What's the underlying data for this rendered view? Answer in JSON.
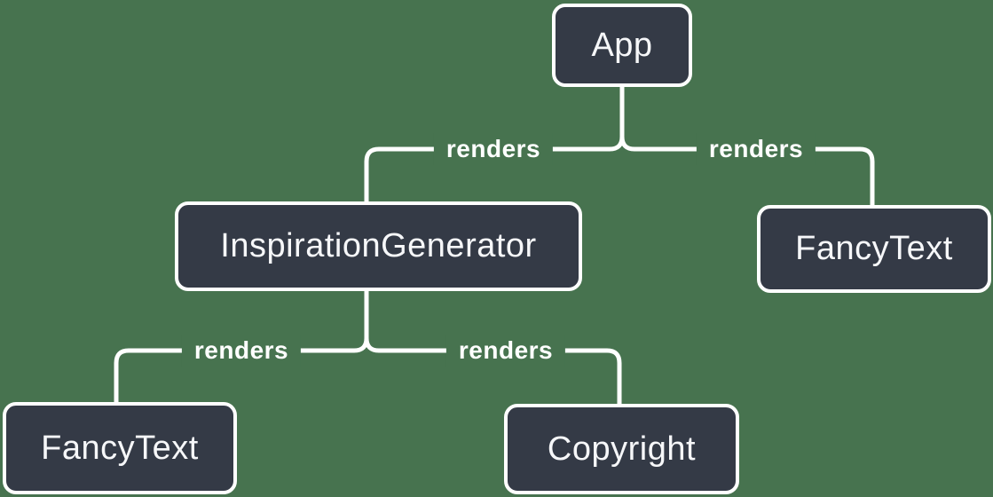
{
  "colors": {
    "bg": "#47734F",
    "node-fill": "#343A46",
    "line": "#FFFFFF",
    "node-text": "#F6F7F9"
  },
  "diagram_type": "component-render-tree",
  "nodes": [
    {
      "id": "app",
      "label": "App"
    },
    {
      "id": "inspiration-generator",
      "label": "InspirationGenerator"
    },
    {
      "id": "fancy-text-top",
      "label": "FancyText"
    },
    {
      "id": "fancy-text-bottom",
      "label": "FancyText"
    },
    {
      "id": "copyright",
      "label": "Copyright"
    }
  ],
  "edges": [
    {
      "from": "App",
      "to": "InspirationGenerator",
      "label": "renders"
    },
    {
      "from": "App",
      "to": "FancyText",
      "label": "renders"
    },
    {
      "from": "InspirationGenerator",
      "to": "FancyText",
      "label": "renders"
    },
    {
      "from": "InspirationGenerator",
      "to": "Copyright",
      "label": "renders"
    }
  ]
}
